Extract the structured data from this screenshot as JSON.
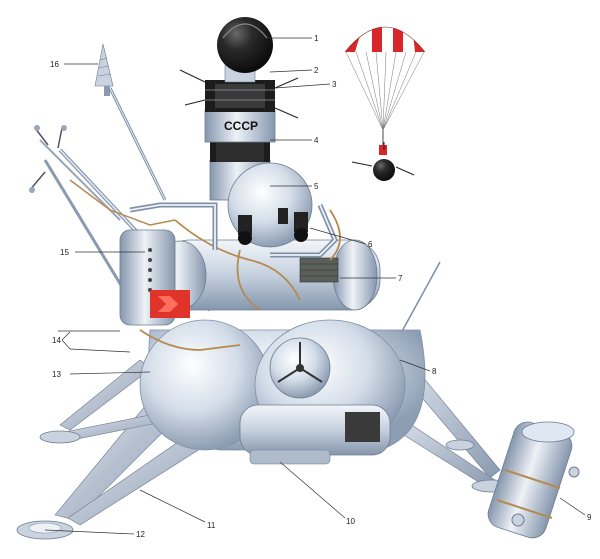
{
  "diagram": {
    "badge_text": "CCCP",
    "callouts": [
      {
        "id": "1",
        "label": "1"
      },
      {
        "id": "2",
        "label": "2"
      },
      {
        "id": "3",
        "label": "3"
      },
      {
        "id": "4",
        "label": "4"
      },
      {
        "id": "5",
        "label": "5"
      },
      {
        "id": "6",
        "label": "6"
      },
      {
        "id": "7",
        "label": "7"
      },
      {
        "id": "8",
        "label": "8"
      },
      {
        "id": "9",
        "label": "9"
      },
      {
        "id": "10",
        "label": "10"
      },
      {
        "id": "11",
        "label": "11"
      },
      {
        "id": "12",
        "label": "12"
      },
      {
        "id": "13",
        "label": "13"
      },
      {
        "id": "14",
        "label": "14"
      },
      {
        "id": "15",
        "label": "15"
      },
      {
        "id": "16",
        "label": "16"
      }
    ],
    "colors": {
      "body_light": "#dfe8f2",
      "body_mid": "#b9c7d8",
      "body_dark": "#7e8fa6",
      "sphere_black": "#1c1c1c",
      "parachute_red": "#d8262b",
      "parachute_white": "#ffffff",
      "flag_red": "#e0342a",
      "pipe_tan": "#b58a4f",
      "leg_steel": "#9aa8ba"
    }
  }
}
